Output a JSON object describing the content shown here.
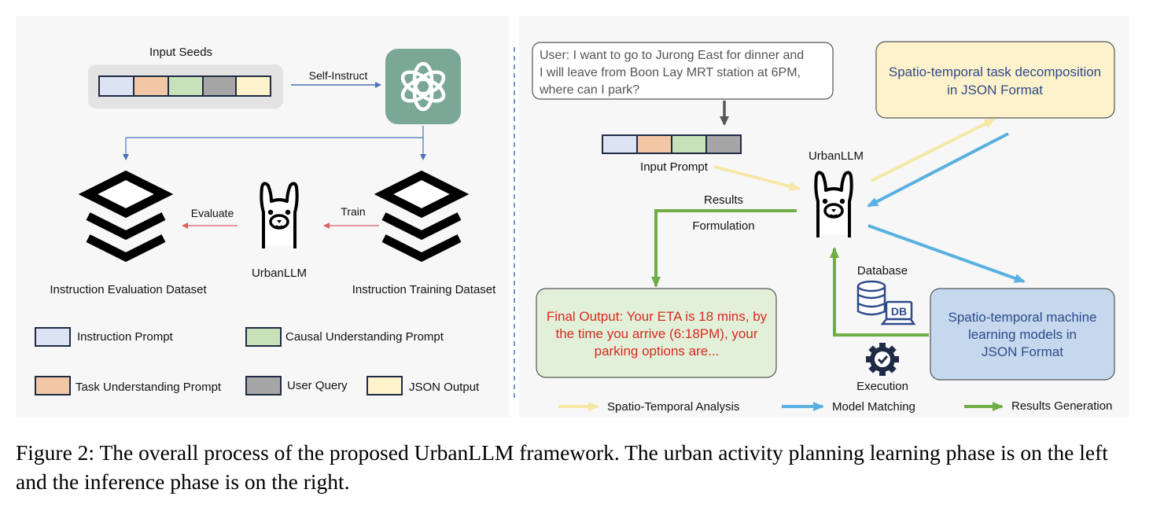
{
  "left": {
    "input_seeds_label": "Input Seeds",
    "self_instruct_label": "Self-Instruct",
    "evaluate_label": "Evaluate",
    "train_label": "Train",
    "urbanllm_label": "UrbanLLM",
    "eval_dataset_label": "Instruction Evaluation Dataset",
    "train_dataset_label": "Instruction Training Dataset",
    "legend": {
      "instruction_prompt": "Instruction Prompt",
      "causal_prompt": "Causal Understanding Prompt",
      "task_prompt": "Task Understanding Prompt",
      "user_query": "User Query",
      "json_output": "JSON Output"
    }
  },
  "right": {
    "user_query_lines": [
      "User: I want to go to Jurong East for dinner and",
      "I will leave from Boon Lay MRT station at 6PM,",
      "where can I park?"
    ],
    "input_prompt_label": "Input Prompt",
    "urbanllm_label": "UrbanLLM",
    "results_label": "Results",
    "formulation_label": "Formulation",
    "decomposition_lines": [
      "Spatio-temporal task decomposition",
      "in JSON Format"
    ],
    "models_lines": [
      "Spatio-temporal machine",
      "learning models in",
      "JSON Format"
    ],
    "final_output_lines": [
      "Final Output: Your ETA is 18 mins, by",
      "the time you arrive (6:18PM), your",
      "parking options are..."
    ],
    "database_label": "Database",
    "db_icon_text": "DB",
    "execution_label": "Execution",
    "legend": {
      "spatio_temporal": "Spatio-Temporal Analysis",
      "model_matching": "Model Matching",
      "results_generation": "Results Generation"
    }
  },
  "colors": {
    "instruction": "#dce3f3",
    "task": "#f2c7a5",
    "causal": "#c7e2b8",
    "query": "#a6a6a6",
    "json": "#fdf2cc",
    "yellow_arrow": "#f6e7a5",
    "blue_arrow": "#5ab0e0",
    "green_arrow": "#70ad47",
    "red_arrow": "#e06060",
    "openai_bg": "#7ba797",
    "final_text": "#d62a1e",
    "box_text": "#2f4a8a"
  },
  "caption": "Figure 2: The overall process of the proposed UrbanLLM framework. The urban activity planning learning phase is on the left and the inference phase is on the right."
}
